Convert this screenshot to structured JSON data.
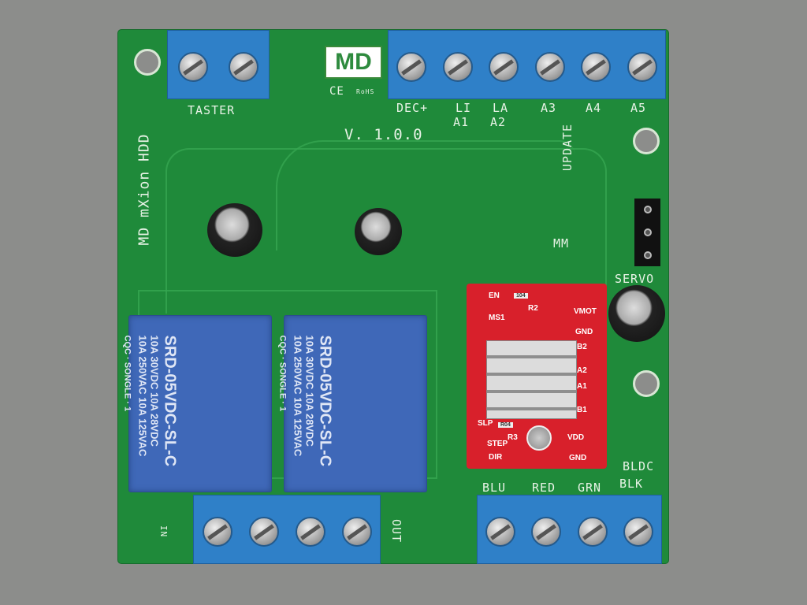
{
  "board": {
    "title": "MD mXion HDD",
    "version": "V. 1.0.0",
    "logo": "MD",
    "cert": [
      "CE",
      "RoHS"
    ],
    "colors": {
      "pcb": "#1f8a3a",
      "terminal": "#2f80c8",
      "relay": "#3f68b8",
      "driver": "#d8202b",
      "background": "#8c8d8b"
    }
  },
  "labels": {
    "taster": "TASTER",
    "dec": "DEC+",
    "li": "LI",
    "a1": "A1",
    "la": "LA",
    "a2": "A2",
    "a3": "A3",
    "a4": "A4",
    "a5": "A5",
    "update": "UPDATE",
    "mm": "MM",
    "servo": "SERVO",
    "bldc": "BLDC",
    "blu": "BLU",
    "red": "RED",
    "grn": "GRN",
    "blk": "BLK",
    "out": "OUT",
    "in": "IN"
  },
  "relays": [
    {
      "brand": "SONGLE",
      "line1": "10A 250VAC  10A 125VAC",
      "line2": "10A 30VDC  10A 28VDC",
      "model": "SRD-05VDC-SL-C",
      "cqc": "CQC",
      "pin": "1"
    },
    {
      "brand": "SONGLE",
      "line1": "10A 250VAC  10A 125VAC",
      "line2": "10A 30VDC  10A 28VDC",
      "model": "SRD-05VDC-SL-C",
      "cqc": "CQC",
      "pin": "1"
    }
  ],
  "driver": {
    "left_pins": [
      "EN",
      "MS1",
      "SLP",
      "STEP",
      "DIR"
    ],
    "right_pins": [
      "VMOT",
      "GND",
      "B2",
      "A2",
      "A1",
      "B1",
      "VDD",
      "GND"
    ],
    "parts": [
      "R2",
      "R3",
      "104",
      "R04"
    ]
  }
}
